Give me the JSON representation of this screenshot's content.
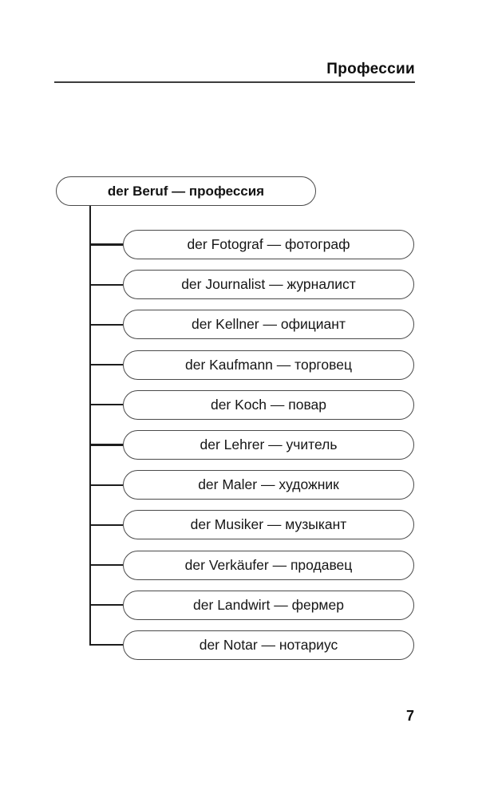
{
  "page": {
    "header": "Профессии",
    "page_number": "7"
  },
  "tree": {
    "root": "der Beruf — профессия",
    "children": [
      "der Fotograf — фотограф",
      "der Journalist — журналист",
      "der Kellner — официант",
      "der Kaufmann — торговец",
      "der Koch — повар",
      "der Lehrer — учитель",
      "der Maler — художник",
      "der Musiker — музыкант",
      "der Verkäufer — продавец",
      "der Landwirt — фермер",
      "der Notar — нотариус"
    ]
  }
}
